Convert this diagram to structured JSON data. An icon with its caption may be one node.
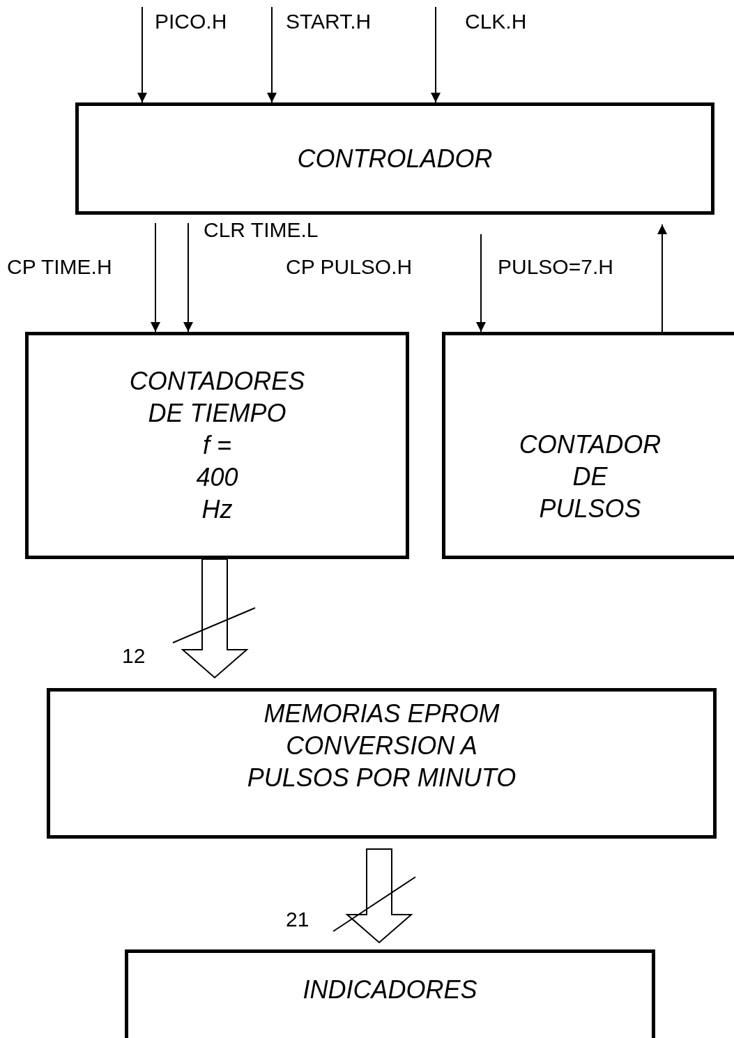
{
  "diagram": {
    "nodes": [
      {
        "text": [
          "CONTROLADOR"
        ]
      },
      {
        "text": [
          "CONTADORES DE TIEMPO",
          "f  =  400 Hz"
        ]
      },
      {
        "text": [
          "CONTADOR DE PULSOS"
        ]
      },
      {
        "text": [
          "MEMORIAS  EPROM CONVERSION  A PULSOS POR MINUTO"
        ]
      },
      {
        "text": [
          "INDICADORES"
        ]
      }
    ],
    "edges": [
      {
        "from": null,
        "to": 0,
        "arrow": "to",
        "label": "PICO.H"
      },
      {
        "from": null,
        "to": 0,
        "arrow": "to",
        "label": "START.H"
      },
      {
        "from": null,
        "to": 0,
        "arrow": "to",
        "label": "CLK.H"
      },
      {
        "from": 0,
        "to": 1,
        "arrow": "to",
        "label": "CP TIME.H"
      },
      {
        "from": 0,
        "to": 1,
        "arrow": "to",
        "label": "CLR TIME.L"
      },
      {
        "from": 0,
        "to": 2,
        "arrow": "to",
        "label": "CP PULSO.H"
      },
      {
        "from": 2,
        "to": 0,
        "arrow": "to",
        "label": "PULSO=7.H"
      },
      {
        "from": 1,
        "to": 3,
        "arrow": "to",
        "label": "12",
        "style": "thick"
      },
      {
        "from": 3,
        "to": 4,
        "arrow": "to",
        "label": "21",
        "style": "thick"
      }
    ]
  }
}
